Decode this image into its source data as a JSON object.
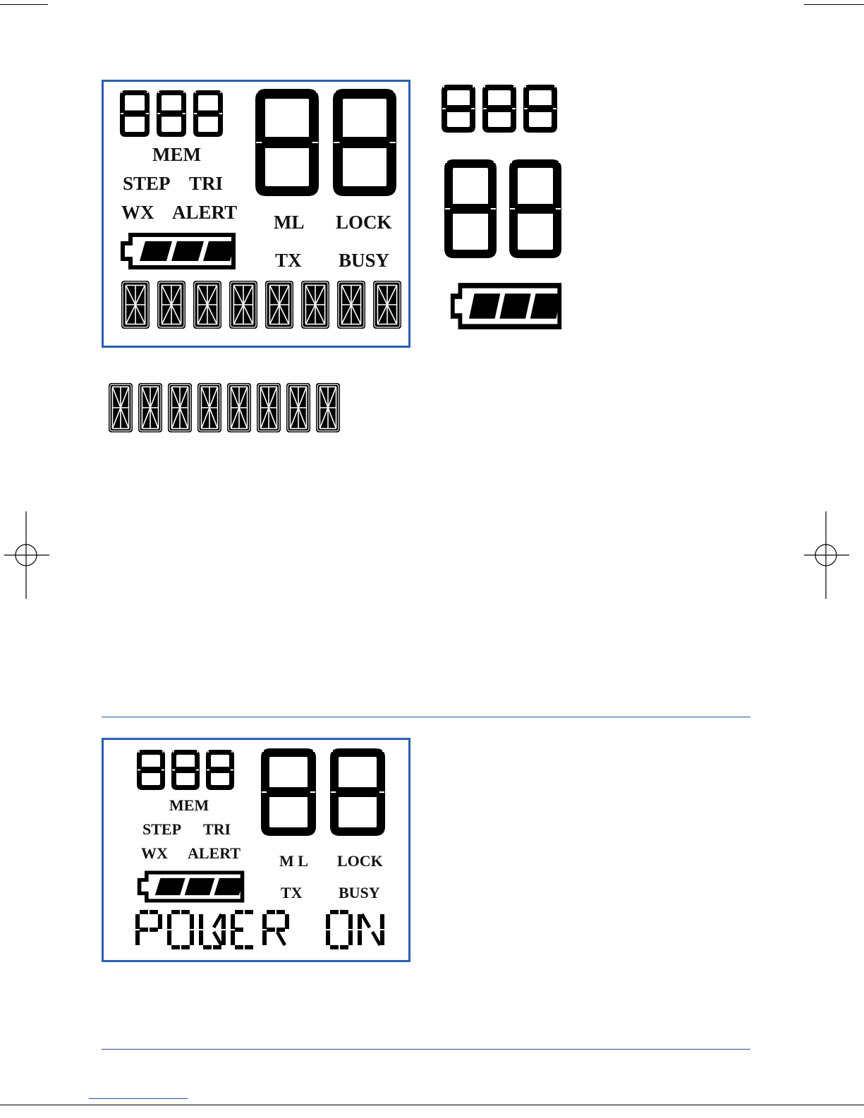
{
  "colors": {
    "panel_border": "#2a5fb0",
    "rule": "#2a4ea0",
    "segment": "#000000"
  },
  "panel1": {
    "labels": {
      "mem": "MEM",
      "step": "STEP",
      "tri": "TRI",
      "wx": "WX",
      "alert": "ALERT",
      "ml": "ML",
      "lock": "LOCK",
      "tx": "TX",
      "busy": "BUSY"
    },
    "small_digits": "888",
    "big_digits": "88",
    "battery_bars": 3,
    "alphanumeric": "88888888"
  },
  "standalone": {
    "small_digits": "888",
    "big_digits": "88",
    "battery_bars": 3,
    "alphanumeric": "88888888"
  },
  "panel2": {
    "labels": {
      "mem": "MEM",
      "step": "STEP",
      "tri": "TRI",
      "wx": "WX",
      "alert": "ALERT",
      "ml": "M L",
      "lock": "LOCK",
      "tx": "TX",
      "busy": "BUSY"
    },
    "small_digits": "888",
    "big_digits": "88",
    "battery_bars": 3,
    "alphanumeric": "POWER ON"
  },
  "icons": [
    "registration-crosshair-icon",
    "battery-icon"
  ]
}
